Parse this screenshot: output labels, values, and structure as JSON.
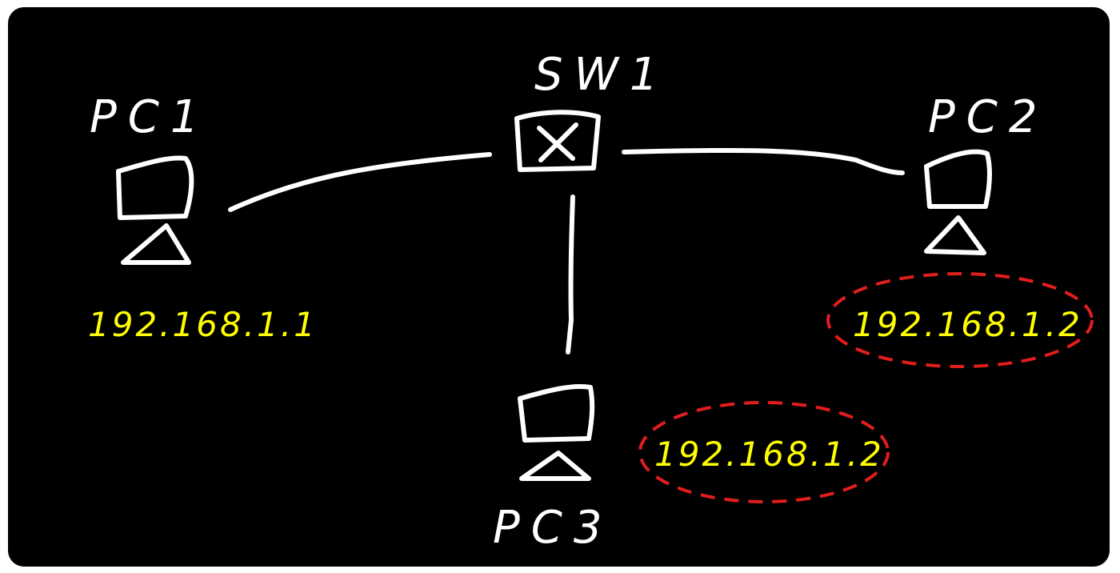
{
  "nodes": {
    "pc1": {
      "label": "PC1",
      "ip": "192.168.1.1"
    },
    "pc2": {
      "label": "PC2",
      "ip": "192.168.1.2"
    },
    "pc3": {
      "label": "PC3",
      "ip": "192.168.1.2"
    },
    "sw1": {
      "label": "SW1"
    }
  },
  "colors": {
    "background": "#000000",
    "drawing": "#ffffff",
    "ip_text": "#ffff00",
    "highlight": "#e11d1d"
  },
  "icons": {
    "pc": "computer-monitor-icon",
    "switch": "network-switch-icon"
  }
}
